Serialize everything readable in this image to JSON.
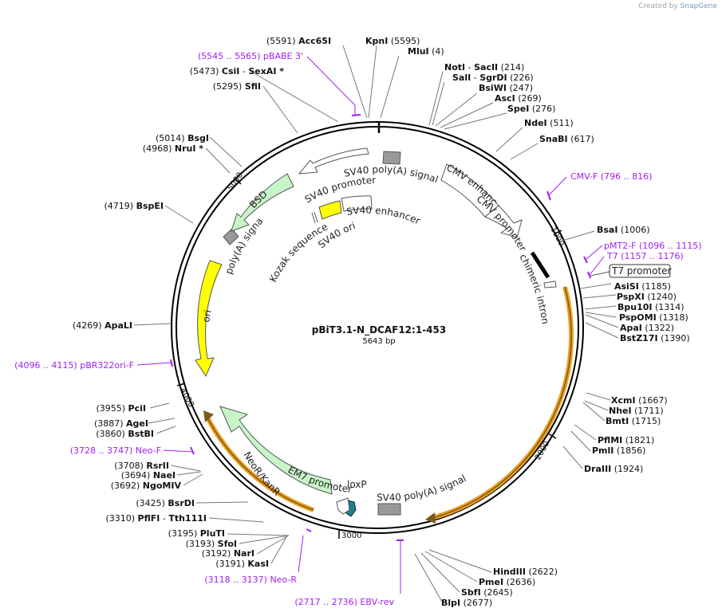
{
  "credit": {
    "prefix": "Created by",
    "brand": "SnapGene"
  },
  "plasmid": {
    "name": "pBiT3.1-N_DCAF12:1-453",
    "size_label": "5643 bp",
    "length": 5643
  },
  "ticks": [
    "1000",
    "2000",
    "3000",
    "4000",
    "5000"
  ],
  "features": [
    {
      "name": "CMV enhancer",
      "color": "#ffffff",
      "arrow": "cw"
    },
    {
      "name": "CMV promoter",
      "color": "#ffffff",
      "arrow": "cw"
    },
    {
      "name": "chimeric intron",
      "color": "#000000"
    },
    {
      "name": "SV40 poly(A) signal",
      "color": "#999999"
    },
    {
      "name": "loxP",
      "color": "#1f7f8f"
    },
    {
      "name": "EM7 promoter",
      "color": "#ffffff"
    },
    {
      "name": "NeoR/KanR",
      "color": "#c8f5c8",
      "arrow": "ccw"
    },
    {
      "name": "ori",
      "color": "#ffff00",
      "arrow": "ccw"
    },
    {
      "name": "poly(A) signal",
      "color": "#999999"
    },
    {
      "name": "BSD",
      "color": "#c8f5c8",
      "arrow": "ccw"
    },
    {
      "name": "SV40 promoter",
      "color": "#ffffff",
      "arrow": "ccw"
    },
    {
      "name": "SV40 poly(A) signal",
      "color": "#999999"
    },
    {
      "name": "SV40 enhancer",
      "color": "#ffffff"
    },
    {
      "name": "SV40 ori",
      "color": "#ffff00"
    },
    {
      "name": "Kozak sequence",
      "color": "#ffffff"
    },
    {
      "name": "T7 promoter",
      "color": "#ffffff"
    }
  ],
  "enzymes": [
    {
      "name": "Acc65I",
      "pos": "(5591)"
    },
    {
      "name": "KpnI",
      "pos": "(5595)"
    },
    {
      "name": "MluI",
      "pos": "(4)"
    },
    {
      "name": "NotI",
      "pos": ""
    },
    {
      "name": "SacII",
      "pos": "(214)"
    },
    {
      "name": "SalI",
      "pos": ""
    },
    {
      "name": "SgrDI",
      "pos": "(226)"
    },
    {
      "name": "BsiWI",
      "pos": "(247)"
    },
    {
      "name": "AscI",
      "pos": "(269)"
    },
    {
      "name": "SpeI",
      "pos": "(276)"
    },
    {
      "name": "NdeI",
      "pos": "(511)"
    },
    {
      "name": "SnaBI",
      "pos": "(617)"
    },
    {
      "name": "BsaI",
      "pos": "(1006)"
    },
    {
      "name": "AsiSI",
      "pos": "(1185)"
    },
    {
      "name": "PspXI",
      "pos": "(1240)"
    },
    {
      "name": "Bpu10I",
      "pos": "(1314)"
    },
    {
      "name": "PspOMI",
      "pos": "(1318)"
    },
    {
      "name": "ApaI",
      "pos": "(1322)"
    },
    {
      "name": "BstZ17I",
      "pos": "(1390)"
    },
    {
      "name": "XcmI",
      "pos": "(1667)"
    },
    {
      "name": "NheI",
      "pos": "(1711)"
    },
    {
      "name": "BmtI",
      "pos": "(1715)"
    },
    {
      "name": "PflMI",
      "pos": "(1821)"
    },
    {
      "name": "PmlI",
      "pos": "(1856)"
    },
    {
      "name": "DraIII",
      "pos": "(1924)"
    },
    {
      "name": "HindIII",
      "pos": "(2622)"
    },
    {
      "name": "PmeI",
      "pos": "(2636)"
    },
    {
      "name": "SbfI",
      "pos": "(2645)"
    },
    {
      "name": "BlpI",
      "pos": "(2677)"
    },
    {
      "name": "KasI",
      "pos": "(3191)"
    },
    {
      "name": "NarI",
      "pos": "(3192)"
    },
    {
      "name": "SfoI",
      "pos": "(3193)"
    },
    {
      "name": "PluTI",
      "pos": "(3195)"
    },
    {
      "name": "PflFI",
      "pos": "(3310)"
    },
    {
      "name": "Tth111I",
      "pos": ""
    },
    {
      "name": "BsrDI",
      "pos": "(3425)"
    },
    {
      "name": "NgoMIV",
      "pos": "(3692)"
    },
    {
      "name": "NaeI",
      "pos": "(3694)"
    },
    {
      "name": "RsrII",
      "pos": "(3708)"
    },
    {
      "name": "BstBI",
      "pos": "(3860)"
    },
    {
      "name": "AgeI",
      "pos": "(3887)"
    },
    {
      "name": "PciI",
      "pos": "(3955)"
    },
    {
      "name": "ApaLI",
      "pos": "(4269)"
    },
    {
      "name": "BspEI",
      "pos": "(4719)"
    },
    {
      "name": "NruI *",
      "pos": "(4968)"
    },
    {
      "name": "BsgI",
      "pos": "(5014)"
    },
    {
      "name": "SfiI",
      "pos": "(5295)"
    },
    {
      "name": "CsiI",
      "pos": "(5473)"
    },
    {
      "name": "SexAI *",
      "pos": ""
    }
  ],
  "primers": [
    {
      "name": "pBABE 3'",
      "range": "(5545 .. 5565)"
    },
    {
      "name": "CMV-F",
      "range": "(796 .. 816)"
    },
    {
      "name": "pMT2-F",
      "range": "(1096 .. 1115)"
    },
    {
      "name": "T7",
      "range": "(1157 .. 1176)"
    },
    {
      "name": "EBV-rev",
      "range": "(2717 .. 2736)"
    },
    {
      "name": "Neo-R",
      "range": "(3118 .. 3137)"
    },
    {
      "name": "Neo-F",
      "range": "(3728 .. 3747)"
    },
    {
      "name": "pBR322ori-F",
      "range": "(4096 .. 4115)"
    }
  ],
  "colors": {
    "primer": "#a020f0",
    "orf_outline": "#f0a020",
    "orf_fill": "#7a5a1a"
  }
}
